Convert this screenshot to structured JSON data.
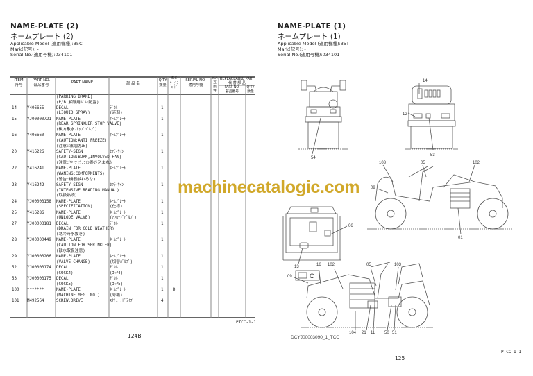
{
  "watermark": {
    "text": "machinecatalogic.com",
    "color": "#d1a82a"
  },
  "left_page": {
    "title_en": "NAME-PLATE (2)",
    "title_jp": "ネームプレート (2)",
    "meta": [
      "Applicable Model (適用機種):35C",
      "Mark(記号): -",
      "Serial No.(適用号機):034101-"
    ],
    "table": {
      "headers": {
        "item": "ITEM\n符号",
        "part_no": "PART NO.\n部品番号",
        "part_name": "PART NAME",
        "jp_name": "部 品 名",
        "qty": "Q'TY\n数量",
        "sc": "S.C\nｻｰﾋﾞｽ\nｺｰﾄﾞ",
        "serial": "SERIAL NO.\n適用号機",
        "ica": "ICA\n互換性",
        "replaceable": "REPLACEABLE PART\n代 替 部 品",
        "rep_part_no": "PART NO.\n部品番号",
        "rep_qty": "Q'TY\n数量"
      },
      "rows": [
        {
          "item": "",
          "part_no": "",
          "name": [
            "(PARKING BRAKE)",
            "(P/B 解除用ﾎﾞﾙﾄ配置)"
          ],
          "jp": [],
          "qty": "",
          "sc": ""
        },
        {
          "item": "14",
          "part_no": "Y406655",
          "name": [
            "DECAL",
            "(LIQUID SPRAY)"
          ],
          "jp": [
            "ﾃﾞｶﾙ",
            "(液剤)"
          ],
          "qty": "1",
          "sc": ""
        },
        {
          "item": "15",
          "part_no": "YJ00000721",
          "name": [
            "NAME-PLATE",
            "(REAR SPRINKLER STOP VALVE)",
            "(後方散水ｽﾄｯﾌﾟﾊﾞﾙﾌﾞ)"
          ],
          "jp": [
            "ﾈｰﾑﾌﾟﾚｰﾄ"
          ],
          "qty": "1",
          "sc": ""
        },
        {
          "item": "16",
          "part_no": "Y406660",
          "name": [
            "NAME-PLATE",
            "(CAUTION:ANTI FREEZE)",
            "(注意:凍結防止)"
          ],
          "jp": [
            "ﾈｰﾑﾌﾟﾚｰﾄ"
          ],
          "qty": "1",
          "sc": ""
        },
        {
          "item": "20",
          "part_no": "Y416226",
          "name": [
            "SAFETY-SIGN",
            "(CAUTION:BURN,INVOLVED FAN)",
            "(注意:やけど,ﾌｧﾝ巻き込まれ)"
          ],
          "jp": [
            "ｾﾌﾃｨｻｲﾝ"
          ],
          "qty": "1",
          "sc": ""
        },
        {
          "item": "22",
          "part_no": "Y416241",
          "name": [
            "NAME-PLATE",
            "(WANING:COMPORNENTS)",
            "(警告:機器触れるな)"
          ],
          "jp": [
            "ﾈｰﾑﾌﾟﾚｰﾄ"
          ],
          "qty": "1",
          "sc": ""
        },
        {
          "item": "23",
          "part_no": "Y416242",
          "name": [
            "SAFETY-SIGN",
            "(INTENSIVE READING MANUAL)",
            "(取扱熟読)"
          ],
          "jp": [
            "ｾﾌﾃｨｻｲﾝ"
          ],
          "qty": "1",
          "sc": ""
        },
        {
          "item": "24",
          "part_no": "YJ00003158",
          "name": [
            "NAME-PLATE",
            "(SPECIFICATION)"
          ],
          "jp": [
            "ﾈｰﾑﾌﾟﾚｰﾄ",
            "(仕様)"
          ],
          "qty": "1",
          "sc": ""
        },
        {
          "item": "25",
          "part_no": "Y416286",
          "name": [
            "NAME-PLATE",
            "(UNLODE VALVE)"
          ],
          "jp": [
            "ﾈｰﾑﾌﾟﾚｰﾄ",
            "(ｱﾝﾛｰﾄﾞﾊﾞﾙﾌﾞ)"
          ],
          "qty": "1",
          "sc": ""
        },
        {
          "item": "27",
          "part_no": "YJ00003181",
          "name": [
            "DECAL",
            "(DRAIN FOR COLD WEATHER)",
            "(寒冷時水抜き)"
          ],
          "jp": [
            "ﾃﾞｶﾙ"
          ],
          "qty": "1",
          "sc": ""
        },
        {
          "item": "28",
          "part_no": "YJ00000449",
          "name": [
            "NAME-PLATE",
            "(CAUTION FOR SPRINKLER)",
            "(散水取扱注意)"
          ],
          "jp": [
            "ﾈｰﾑﾌﾟﾚｰﾄ"
          ],
          "qty": "1",
          "sc": ""
        },
        {
          "item": "29",
          "part_no": "YJ00003206",
          "name": [
            "NAME-PLATE",
            "(VALVE CHANGE)"
          ],
          "jp": [
            "ﾈｰﾑﾌﾟﾚｰﾄ",
            "(切替ﾊﾞﾙﾌﾞ)"
          ],
          "qty": "1",
          "sc": ""
        },
        {
          "item": "52",
          "part_no": "YJ00003174",
          "name": [
            "DECAL",
            "(COCK4)"
          ],
          "jp": [
            "ﾃﾞｶﾙ",
            "(ｺｯｸ4)"
          ],
          "qty": "1",
          "sc": ""
        },
        {
          "item": "53",
          "part_no": "YJ00003175",
          "name": [
            "DECAL",
            "(COCK5)"
          ],
          "jp": [
            "ﾃﾞｶﾙ",
            "(ｺｯｸ5)"
          ],
          "qty": "1",
          "sc": ""
        },
        {
          "item": "100",
          "part_no": "*******",
          "name": [
            "NAME-PLATE",
            "(MACHINE MFG. NO.)"
          ],
          "jp": [
            "ﾈｰﾑﾌﾟﾚｰﾄ",
            "(号機)"
          ],
          "qty": "1",
          "sc": "D"
        },
        {
          "item": "101",
          "part_no": "M492564",
          "name": [
            "SCREW;DRIVE"
          ],
          "jp": [
            "ｽｸﾘｭｰ;ﾄﾞﾗｲﾌﾞ"
          ],
          "qty": "4",
          "sc": ""
        }
      ]
    },
    "footer_code": "PTCC-1-1",
    "page_number": "124B"
  },
  "right_page": {
    "title_en": "NAME-PLATE (1)",
    "title_jp": "ネームプレート (1)",
    "meta": [
      "Applicable Model (適用機種):35T",
      "Mark(記号): -",
      "Serial No.(適用号機):034101-"
    ],
    "callouts": {
      "front_view": [
        "54"
      ],
      "rear_view": [
        "14",
        "12",
        "53"
      ],
      "side_view_right": [
        "103",
        "05",
        "102",
        "09",
        "01"
      ],
      "panel_view": [
        "06",
        "13"
      ],
      "side_view_left": [
        "16",
        "102",
        "05",
        "103",
        "09",
        "104",
        "21",
        "11",
        "50",
        "51"
      ],
      "panel_label": "C"
    },
    "drawing_id": "DCYJ00003090_1_TCC",
    "footer_code": "PTCC-1-1",
    "page_number": "125"
  }
}
